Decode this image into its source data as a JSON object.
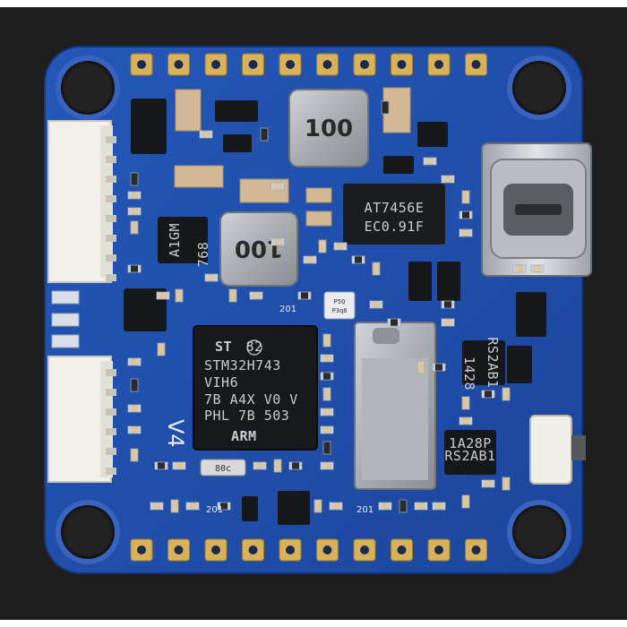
{
  "image": {
    "subject": "flight-controller-board",
    "background_color": "#1e1e1e",
    "board_color": "#1f4fae"
  },
  "board": {
    "version_label": "V4"
  },
  "mcu": {
    "logo": "ST",
    "circle_mark": "82",
    "line1": "STM32H743",
    "line2": "VIH6",
    "line3": "7B A4X V0 V",
    "line4": "PHL 7B 503",
    "arm_logo": "ARM"
  },
  "inductors": {
    "top_value": "100",
    "bottom_value": "100"
  },
  "osd_chip": {
    "line1": "AT7456E",
    "line2": "EC0.91F"
  },
  "small_chips": {
    "left_qfn_line1": "A1GM",
    "left_qfn_line2": "768",
    "right_imu_line1": "RS2AB1",
    "right_imu_line2": "1428",
    "lower_imu_line1": "1A28P",
    "lower_imu_line2": "RS2AB1",
    "baro_line1": "P5Q",
    "baro_line2": "P3q8"
  },
  "resistors": {
    "label": "201"
  },
  "crystal": {
    "label": "80c"
  }
}
